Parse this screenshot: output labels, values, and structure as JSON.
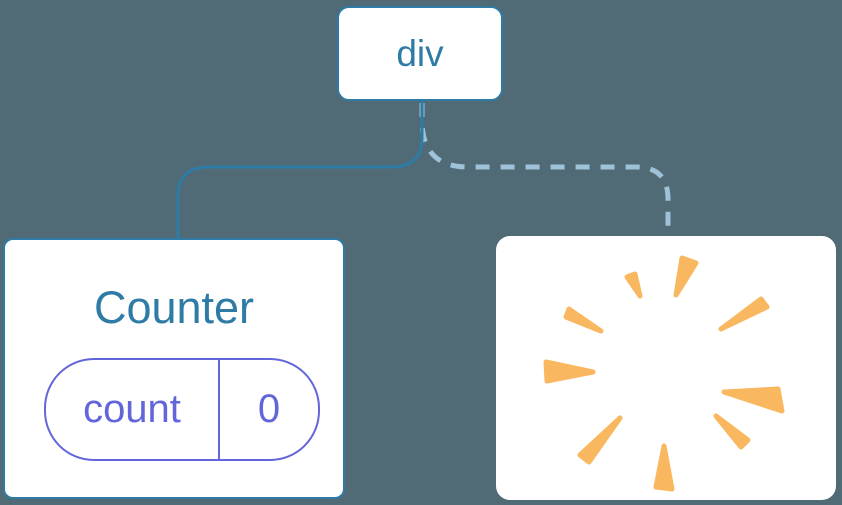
{
  "diagram": {
    "description": "Component tree diagram: a div root element keeps one Counter child (with state) while another child is removed (poof)",
    "background_color": "#516B76",
    "nodes": {
      "root": {
        "label": "div"
      },
      "counter": {
        "title": "Counter",
        "state": {
          "key": "count",
          "value": "0"
        }
      },
      "removed": {
        "icon": "poof-explosion"
      }
    },
    "edges": [
      {
        "from": "root",
        "to": "counter",
        "style": "solid"
      },
      {
        "from": "root",
        "to": "removed",
        "style": "dashed"
      }
    ],
    "colors": {
      "node_border_blue": "#2E7BA6",
      "node_text_blue": "#2E7BA6",
      "dashed_edge_blue": "#9EC2D8",
      "state_pill_purple": "#6366DA",
      "poof_orange": "#F9B760",
      "card_white": "#FFFFFF"
    }
  }
}
